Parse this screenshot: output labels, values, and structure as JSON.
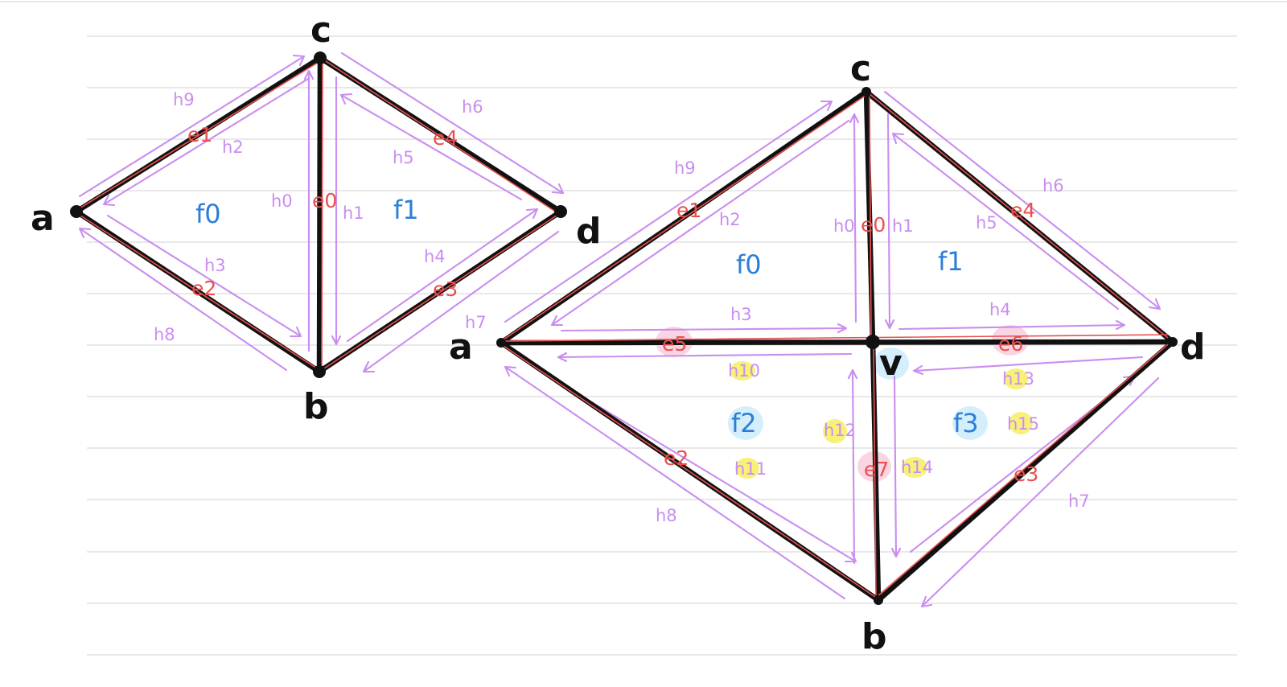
{
  "diagrams": [
    {
      "id": "before-split",
      "vertices": [
        "a",
        "b",
        "c",
        "d"
      ],
      "edges": [
        "e0",
        "e1",
        "e2",
        "e3",
        "e4"
      ],
      "faces": [
        "f0",
        "f1"
      ],
      "halfedges": [
        "h0",
        "h1",
        "h2",
        "h3",
        "h4",
        "h5",
        "h6",
        "h7",
        "h8",
        "h9"
      ]
    },
    {
      "id": "after-split",
      "vertices": [
        "a",
        "b",
        "c",
        "d",
        "v"
      ],
      "edges": [
        "e0",
        "e1",
        "e2",
        "e3",
        "e4",
        "e5",
        "e6",
        "e7"
      ],
      "faces": [
        "f0",
        "f1",
        "f2",
        "f3"
      ],
      "halfedges": [
        "h0",
        "h1",
        "h2",
        "h3",
        "h4",
        "h5",
        "h6",
        "h7",
        "h8",
        "h9",
        "h10",
        "h11",
        "h12",
        "h13",
        "h14",
        "h15"
      ],
      "highlighted_new_elements": [
        "v",
        "e5",
        "e6",
        "e7",
        "f2",
        "f3",
        "h10",
        "h11",
        "h12",
        "h13",
        "h14",
        "h15"
      ]
    }
  ],
  "colors": {
    "edge": "#111111",
    "edge_trace": "#e8504f",
    "halfedge": "#c98ef0",
    "face_label": "#2b7fd8",
    "highlight_pink": "#f9d5e3",
    "highlight_blue": "#d5eefb",
    "highlight_yellow": "#f7f17a",
    "rule_line": "#d9d9d9"
  }
}
